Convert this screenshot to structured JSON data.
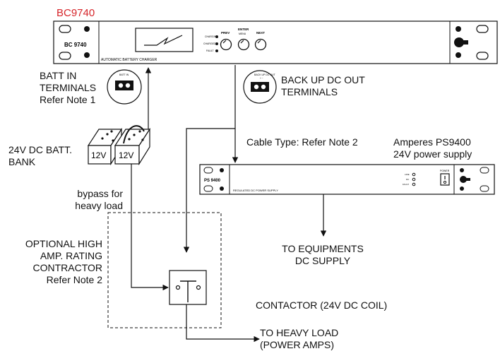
{
  "diagram": {
    "title": "BC9740",
    "charger": {
      "model": "BC 9740",
      "caption": "AUTOMATIC BATTERY CHARGER",
      "indicators": [
        "CHARGING",
        "CHARGED",
        "FAULT"
      ],
      "buttons": {
        "prev": "PREV",
        "enter": "ENTER",
        "enter_sub": "MENU",
        "next": "NEXT"
      }
    },
    "batt_in": {
      "line1": "BATT IN",
      "line2": "TERMINALS",
      "line3": "Refer Note 1",
      "terminal_label": "BATT IN"
    },
    "backup": {
      "line1": "BACK UP DC OUT",
      "line2": "TERMINALS",
      "terminal_label": "BACK UP DC OUT"
    },
    "battery": {
      "label1": "24V DC BATT.",
      "label2": "BANK",
      "cells": [
        "12V",
        "12V"
      ]
    },
    "cable": "Cable Type: Refer Note 2",
    "psu": {
      "label1": "Amperes PS9400",
      "label2": "24V power supply",
      "model": "PS 9400",
      "caption": "REGULATED DC POWER SUPPLY",
      "indicators": [
        "LINE",
        "DC",
        "FAULT"
      ],
      "power": "POWER"
    },
    "bypass": {
      "line1": "bypass for",
      "line2": "heavy load"
    },
    "optional": {
      "line1": "OPTIONAL HIGH",
      "line2": "AMP. RATING",
      "line3": "CONTRACTOR",
      "line4": "Refer Note 2"
    },
    "equipments": {
      "line1": "TO EQUIPMENTS",
      "line2": "DC SUPPLY"
    },
    "contactor": "CONTACTOR (24V DC COIL)",
    "heavy_load": {
      "line1": "TO HEAVY LOAD",
      "line2": "(POWER AMPS)"
    }
  }
}
